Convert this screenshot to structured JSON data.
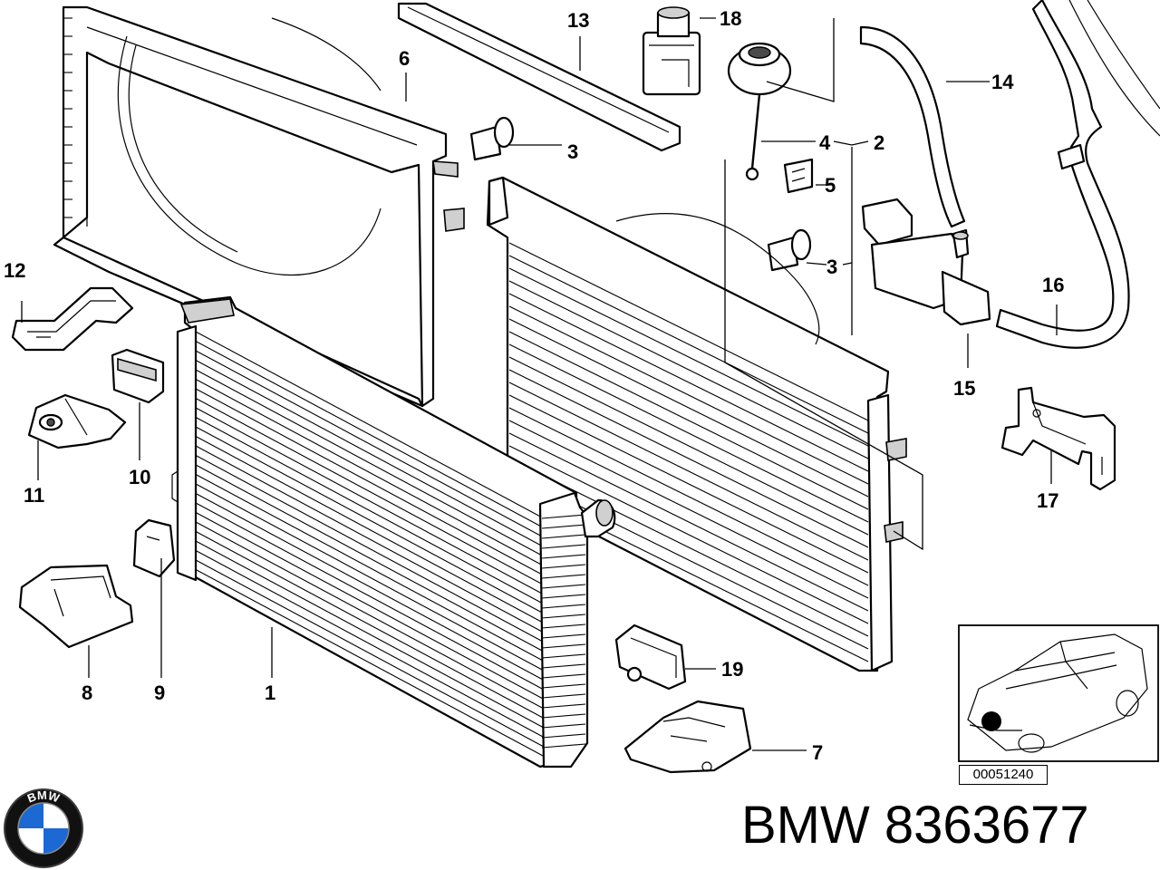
{
  "callouts": [
    {
      "id": "1",
      "label": "1"
    },
    {
      "id": "2",
      "label": "2"
    },
    {
      "id": "3a",
      "label": "3"
    },
    {
      "id": "3b",
      "label": "3"
    },
    {
      "id": "4",
      "label": "4"
    },
    {
      "id": "5",
      "label": "5"
    },
    {
      "id": "6",
      "label": "6"
    },
    {
      "id": "7",
      "label": "7"
    },
    {
      "id": "8",
      "label": "8"
    },
    {
      "id": "9",
      "label": "9"
    },
    {
      "id": "10",
      "label": "10"
    },
    {
      "id": "11",
      "label": "11"
    },
    {
      "id": "12",
      "label": "12"
    },
    {
      "id": "13",
      "label": "13"
    },
    {
      "id": "14",
      "label": "14"
    },
    {
      "id": "15",
      "label": "15"
    },
    {
      "id": "16",
      "label": "16"
    },
    {
      "id": "17",
      "label": "17"
    },
    {
      "id": "18",
      "label": "18"
    },
    {
      "id": "19",
      "label": "19"
    }
  ],
  "diagram_ref": "00051240",
  "brand_caption": "BMW 8363677",
  "logo": {
    "icon": "bmw-roundel-icon",
    "text": "BMW",
    "colors": {
      "blue": "#1c69d4",
      "ring": "#111111",
      "white": "#ffffff"
    }
  }
}
